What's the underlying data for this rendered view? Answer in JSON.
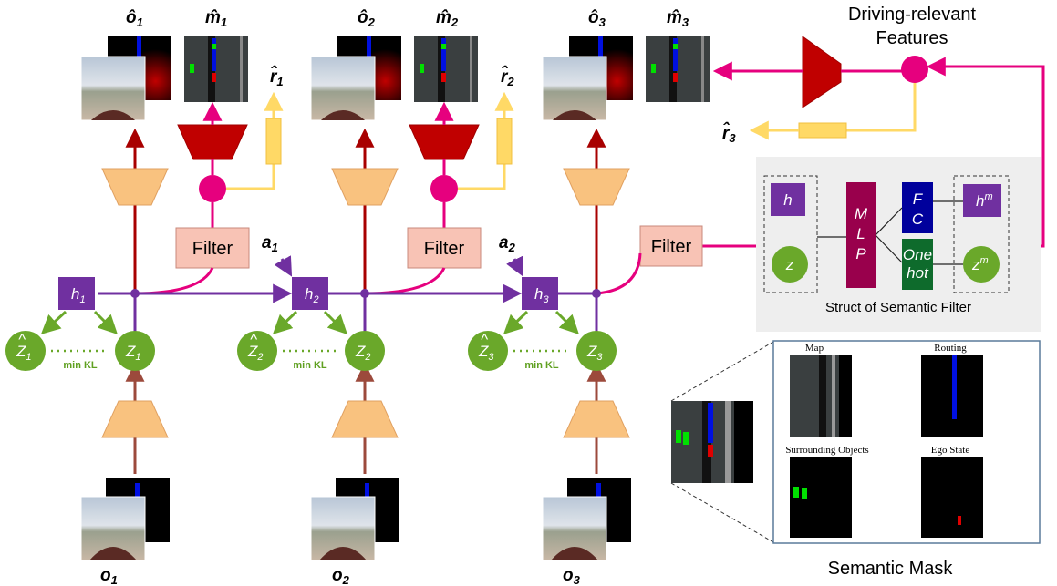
{
  "labels": {
    "o_hat_1": "ô",
    "o_hat_1_sub": "1",
    "m_hat_1": "m̂",
    "m_hat_1_sub": "1",
    "r_hat_1": "r̂",
    "r_hat_1_sub": "1",
    "o_hat_2": "ô",
    "o_hat_2_sub": "2",
    "m_hat_2": "m̂",
    "m_hat_2_sub": "2",
    "r_hat_2": "r̂",
    "r_hat_2_sub": "2",
    "o_hat_3": "ô",
    "o_hat_3_sub": "3",
    "m_hat_3": "m̂",
    "m_hat_3_sub": "3",
    "r_hat_3": "r̂",
    "r_hat_3_sub": "3",
    "a_1": "a",
    "a_1_sub": "1",
    "a_2": "a",
    "a_2_sub": "2",
    "o_1": "o",
    "o_1_sub": "1",
    "o_2": "o",
    "o_2_sub": "2",
    "o_3": "o",
    "o_3_sub": "3"
  },
  "nodes": {
    "h1": "h",
    "h1_sub": "1",
    "h2": "h",
    "h2_sub": "2",
    "h3": "h",
    "h3_sub": "3",
    "z1": "Z",
    "z1_sub": "1",
    "z2": "Z",
    "z2_sub": "2",
    "z3": "Z",
    "z3_sub": "3",
    "zhat1": "Z",
    "zhat1_sub": "1",
    "zhat2": "Z",
    "zhat2_sub": "2",
    "zhat3": "Z",
    "zhat3_sub": "3",
    "hat_mark": "^"
  },
  "filter_label": "Filter",
  "min_kl": "min KL",
  "driving_features_line1": "Driving-relevant",
  "driving_features_line2": "Features",
  "struct": {
    "h": "h",
    "z": "z",
    "mlp_1": "M",
    "mlp_2": "L",
    "mlp_3": "P",
    "fc_1": "F",
    "fc_2": "C",
    "onehot_1": "One",
    "onehot_2": "hot",
    "hm": "h",
    "hm_sup": "m",
    "zm": "z",
    "zm_sup": "m",
    "caption": "Struct of Semantic Filter"
  },
  "mask": {
    "map": "Map",
    "routing": "Routing",
    "surrounding": "Surrounding Objects",
    "ego": "Ego State",
    "caption": "Semantic Mask"
  },
  "colors": {
    "purple": "#7030a0",
    "magenta": "#e6007e",
    "darkred": "#a80000",
    "brown": "#9c4a3c",
    "green": "#6aa82a",
    "yellow": "#ffd966",
    "orange": "#f9c27f",
    "filter": "#f8c3b5",
    "mlp": "#99004c",
    "fc": "#00009c",
    "onehot": "#0e6b2c"
  }
}
